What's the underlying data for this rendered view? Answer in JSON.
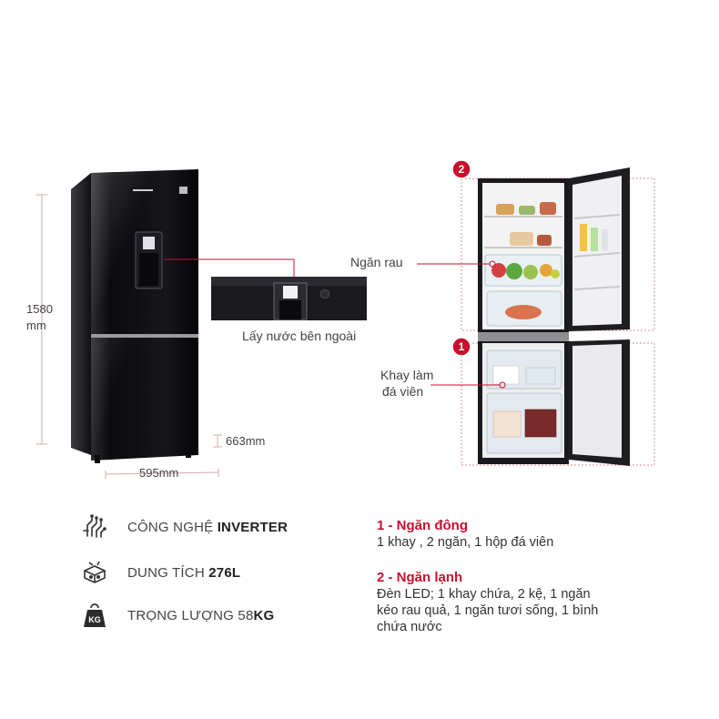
{
  "dimensions": {
    "height_value": "1580",
    "height_unit": "mm",
    "width": "595mm",
    "depth": "663mm"
  },
  "callouts": {
    "dispenser": "Lấy nước bên ngoài",
    "vegetable_drawer": "Ngăn rau",
    "ice_tray_line1": "Khay làm",
    "ice_tray_line2": "đá viên"
  },
  "badges": {
    "fridge": "2",
    "freezer": "1"
  },
  "specs": [
    {
      "prefix": "CÔNG NGHỆ ",
      "bold": "INVERTER",
      "suffix": "",
      "icon": "inverter-chip-icon"
    },
    {
      "prefix": "DUNG TÍCH ",
      "bold": "276L",
      "suffix": "",
      "icon": "capacity-box-icon"
    },
    {
      "prefix": "TRỌNG LƯỢNG 58",
      "bold": "KG",
      "suffix": "",
      "icon": "weight-kg-icon"
    }
  ],
  "compartments": [
    {
      "title": "1 - Ngăn đông",
      "lines": [
        "1 khay , 2 ngăn, 1 hộp đá viên"
      ]
    },
    {
      "title": "2 - Ngăn lạnh",
      "lines": [
        "Đèn LED; 1 khay chứa, 2 kệ, 1 ngăn",
        "kéo rau quả, 1 ngăn tươi sống, 1 bình",
        "chứa nước"
      ]
    }
  ],
  "colors": {
    "accent_red": "#c8102e",
    "fridge_body": "#0d0d10",
    "interior": "#f2f2f2"
  }
}
